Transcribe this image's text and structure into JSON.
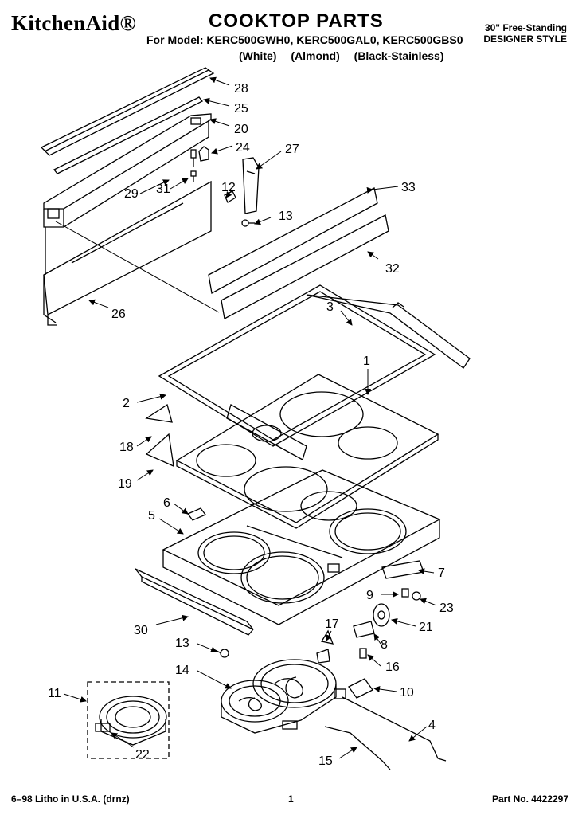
{
  "header": {
    "brand": "KitchenAid®",
    "title": "COOKTOP PARTS",
    "models_line": "For Model: KERC500GWH0, KERC500GAL0, KERC500GBS0",
    "finishes": [
      "(White)",
      "(Almond)",
      "(Black-Stainless)"
    ],
    "product_line1": "30\" Free-Standing",
    "product_line2": "DESIGNER STYLE"
  },
  "part_labels": {
    "p1": "1",
    "p2": "2",
    "p3": "3",
    "p4": "4",
    "p5": "5",
    "p6": "6",
    "p7": "7",
    "p8": "8",
    "p9": "9",
    "p10": "10",
    "p11": "11",
    "p12": "12",
    "p13a": "13",
    "p13b": "13",
    "p14": "14",
    "p15": "15",
    "p16": "16",
    "p17": "17",
    "p18": "18",
    "p19": "19",
    "p20": "20",
    "p21": "21",
    "p22": "22",
    "p23": "23",
    "p24": "24",
    "p25": "25",
    "p26": "26",
    "p27": "27",
    "p28": "28",
    "p29": "29",
    "p30": "30",
    "p31": "31",
    "p32": "32",
    "p33": "33"
  },
  "footer": {
    "left": "6–98 Litho in U.S.A. (drnz)",
    "center": "1",
    "right": "Part No. 4422297"
  }
}
